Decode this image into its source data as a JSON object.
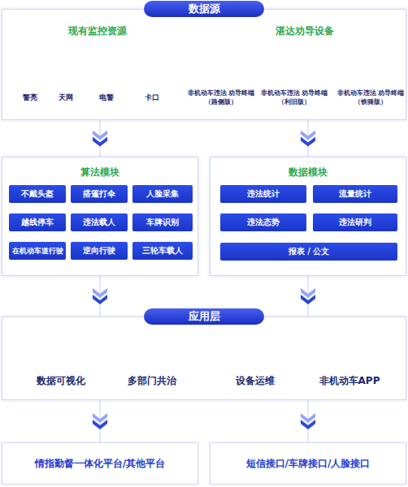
{
  "diagram": {
    "nodes": [
      {
        "text": [
          "数据源"
        ]
      },
      {
        "text": [
          "算法模块"
        ]
      },
      {
        "text": [
          "不戴头盔"
        ],
        "in": 1
      },
      {
        "text": [
          "搭篷打伞"
        ],
        "in": 1
      },
      {
        "text": [
          "人脸采集"
        ],
        "in": 1
      },
      {
        "text": [
          "越线停车"
        ],
        "in": 1
      },
      {
        "text": [
          "违法载人"
        ],
        "in": 1
      },
      {
        "text": [
          "车牌识别"
        ],
        "in": 1
      },
      {
        "text": [
          "在机动车道行驶"
        ],
        "in": 1
      },
      {
        "text": [
          "逆向行驶"
        ],
        "in": 1
      },
      {
        "text": [
          "三轮车载人"
        ],
        "in": 1
      },
      {
        "text": [
          "数据模块"
        ]
      },
      {
        "text": [
          "违法统计"
        ],
        "in": 11
      },
      {
        "text": [
          "流量统计"
        ],
        "in": 11
      },
      {
        "text": [
          "违法态势"
        ],
        "in": 11
      },
      {
        "text": [
          "违法研判"
        ],
        "in": 11
      },
      {
        "text": [
          "报表 / 公文"
        ],
        "in": 11
      },
      {
        "text": [
          "应用层"
        ]
      },
      {
        "text": [
          "情指勤督一体化平台/其他平台"
        ]
      },
      {
        "text": [
          "短信接口/车牌接口/人脸接口"
        ]
      }
    ],
    "edges": [
      {
        "from": 0,
        "to": 1,
        "arrow": "to"
      },
      {
        "from": 0,
        "to": 11,
        "arrow": "to"
      },
      {
        "from": 1,
        "to": 17,
        "arrow": "to"
      },
      {
        "from": 11,
        "to": 17,
        "arrow": "to"
      },
      {
        "from": 17,
        "to": 18,
        "arrow": "to"
      },
      {
        "from": 17,
        "to": 19,
        "arrow": "to"
      }
    ],
    "labels": [
      "现有监控资源",
      "湛达劝导设备",
      "警亮",
      "天网",
      "电警",
      "卡口",
      "非机动车违法 劝导终端（路侧版）",
      "非机动车违法 劝导终端（利旧版）",
      "非机动车违法 劝导终端（铁骑版）",
      "数据可视化",
      "多部门共治",
      "设备运维",
      "非机动车APP",
      "APP"
    ]
  }
}
